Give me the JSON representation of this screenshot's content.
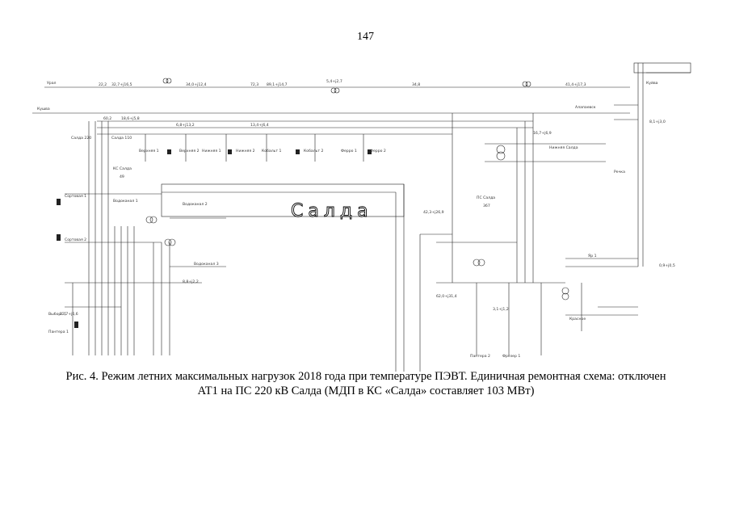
{
  "page": {
    "number": "147",
    "caption": {
      "line1": "Рис. 4. Режим летних максимальных нагрузок 2018 года при температуре ПЭВТ. Единичная ремонтная схема: отключен",
      "line2": "АТ1 на ПС 220 кВ Салда (МДП в КС «Салда» составляет 103 МВт)"
    }
  },
  "schematic": {
    "region_title": "Салда",
    "labels": [
      {
        "id": "ural",
        "text": "Урал"
      },
      {
        "id": "kushva",
        "text": "Кушва"
      },
      {
        "id": "kuyva",
        "text": "Куйва"
      },
      {
        "id": "salda-220",
        "text": "Салда 220"
      },
      {
        "id": "salda-110",
        "text": "Салда 110"
      },
      {
        "id": "ks-salda",
        "text": "КС Салда"
      },
      {
        "id": "ks-salda-num",
        "text": "49"
      },
      {
        "id": "ps-salda",
        "text": "ПС Салда"
      },
      {
        "id": "ps-salda-num",
        "text": "367"
      },
      {
        "id": "verhnyaya-1",
        "text": "Верхняя 1"
      },
      {
        "id": "verhnyaya-2",
        "text": "Верхняя 2"
      },
      {
        "id": "nizhnyaya-1",
        "text": "Нижняя 1"
      },
      {
        "id": "nizhnyaya-2",
        "text": "Нижняя 2"
      },
      {
        "id": "kobalt-1",
        "text": "Кобальт 1"
      },
      {
        "id": "kobalt-2",
        "text": "Кобальт 2"
      },
      {
        "id": "ferro-1",
        "text": "Ферро 1"
      },
      {
        "id": "ferro-2",
        "text": "Ферро 2"
      },
      {
        "id": "vodokanal-1",
        "text": "Водоканал 1"
      },
      {
        "id": "vodokanal-2",
        "text": "Водоканал 2"
      },
      {
        "id": "vodokanal-3",
        "text": "Водоканал 3"
      },
      {
        "id": "sortovaya-1",
        "text": "Сортовая 1"
      },
      {
        "id": "sortovaya-2",
        "text": "Сортовая 2"
      },
      {
        "id": "alapaevsk",
        "text": "Алапаевск"
      },
      {
        "id": "nizhnyaya-salda",
        "text": "Нижняя Салда"
      },
      {
        "id": "rechka",
        "text": "Речка"
      },
      {
        "id": "vyborg",
        "text": "Выборг 1"
      },
      {
        "id": "pantera",
        "text": "Пантера 1"
      },
      {
        "id": "pantera-2",
        "text": "Пантера 2"
      },
      {
        "id": "frezer",
        "text": "Фрезер 1"
      },
      {
        "id": "krasnoe",
        "text": "Красное"
      },
      {
        "id": "yar",
        "text": "Яр 1"
      }
    ],
    "values": [
      "22,2",
      "32,7+j16,5",
      "34,0+j12,4",
      "72,3",
      "89,1+j14,7",
      "5,4+j2,7",
      "41,4+j17,3",
      "34,8",
      "60,2",
      "18,6+j5,8",
      "6,8+j13,2",
      "13,4+j6,4",
      "42,3+j26,9",
      "8,1+j3,0",
      "0,9+j0,5",
      "12,7+j6,6",
      "8,8+j2,2",
      "62,0+j31,4",
      "3,1+j1,2",
      "16,7+j6,9"
    ]
  }
}
